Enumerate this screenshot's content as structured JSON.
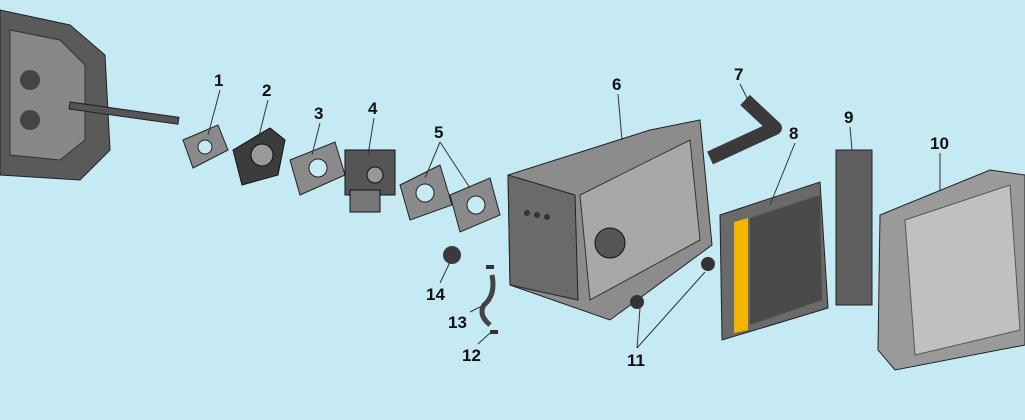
{
  "title": "Air intake / carburetor exploded view",
  "callouts": [
    {
      "id": "1"
    },
    {
      "id": "2"
    },
    {
      "id": "3"
    },
    {
      "id": "4"
    },
    {
      "id": "5"
    },
    {
      "id": "6"
    },
    {
      "id": "7"
    },
    {
      "id": "8"
    },
    {
      "id": "9"
    },
    {
      "id": "10"
    },
    {
      "id": "11"
    },
    {
      "id": "12"
    },
    {
      "id": "13"
    },
    {
      "id": "14"
    }
  ],
  "colors": {
    "background": "#c6eaf4",
    "part": "#6e6e6e",
    "dark": "#3a3a3a",
    "filter_edge": "#f2b600"
  }
}
